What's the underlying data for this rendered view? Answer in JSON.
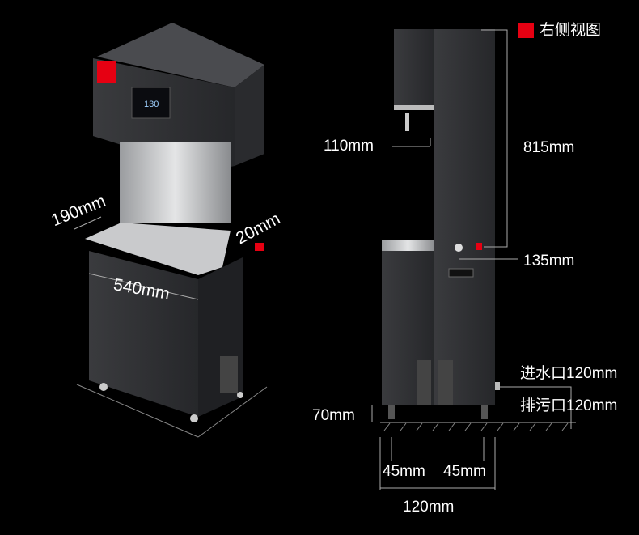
{
  "view_label": "右侧视图",
  "accent_color": "#e60012",
  "dimensions": {
    "depth_top": "190mm",
    "side_gap": "20mm",
    "width": "540mm",
    "faucet_offset": "110mm",
    "height_upper": "815mm",
    "height_lower": "135mm",
    "inlet": "进水口120mm",
    "drain": "排污口120mm",
    "foot_height": "70mm",
    "foot_left": "45mm",
    "foot_right": "45mm",
    "base_depth": "120mm"
  }
}
